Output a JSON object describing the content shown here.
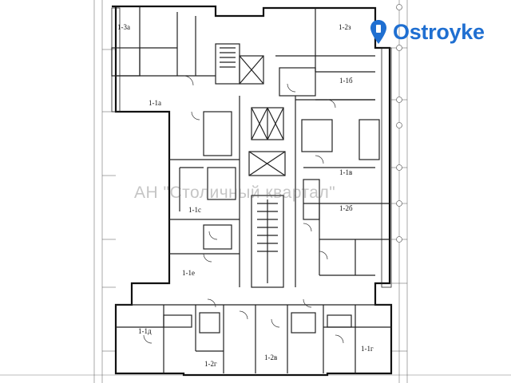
{
  "brand": {
    "logo_text": "Ostroyke",
    "icon": "location-pin-icon",
    "color": "#1f6fd1"
  },
  "watermark": "АН \"Столичный квартал\"",
  "apartments": [
    {
      "label": "1-3а"
    },
    {
      "label": "1-2з"
    },
    {
      "label": "1-1а"
    },
    {
      "label": "1-1б"
    },
    {
      "label": "1-1в"
    },
    {
      "label": "1-1с"
    },
    {
      "label": "1-2б"
    },
    {
      "label": "1-1е"
    },
    {
      "label": "1-1д"
    },
    {
      "label": "1-2г"
    },
    {
      "label": "1-2в"
    },
    {
      "label": "1-1г"
    }
  ]
}
